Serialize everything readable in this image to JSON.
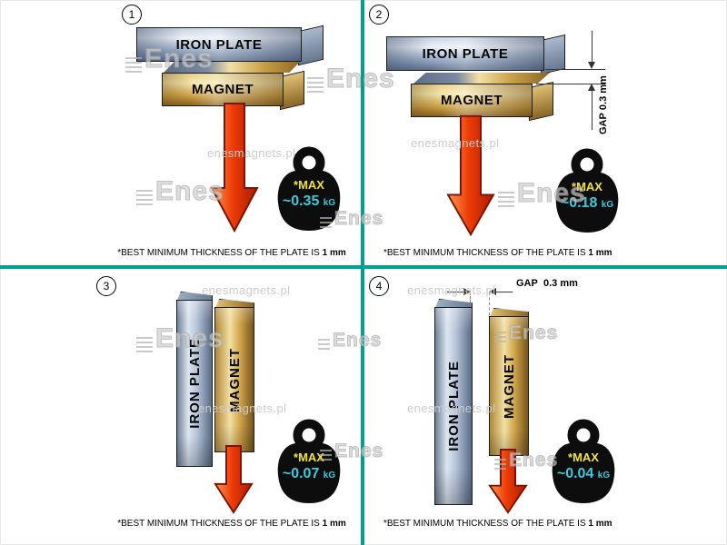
{
  "labels": {
    "iron_plate": "IRON PLATE",
    "magnet": "MAGNET",
    "max": "*MAX",
    "kg_unit": "kG",
    "caption_prefix": "*BEST MINIMUM THICKNESS OF THE PLATE IS",
    "caption_bold": "1 mm",
    "gap": "GAP",
    "gap_value": "0.3 mm"
  },
  "panels": [
    {
      "number": "1",
      "value": "~0.35"
    },
    {
      "number": "2",
      "value": "~0.18"
    },
    {
      "number": "3",
      "value": "~0.07"
    },
    {
      "number": "4",
      "value": "~0.04"
    }
  ],
  "watermarks": {
    "site": "enesmagnets.pl",
    "logo": "Enes"
  },
  "colors": {
    "divider_teal": "#00a08c",
    "arrow_red": "#e63312",
    "max_yellow": "#f0e23c",
    "value_cyan": "#3cc9de",
    "iron_steel": "#a7b6cc",
    "magnet_gold": "#d9ab52",
    "weight_black": "#0d0d0d"
  }
}
